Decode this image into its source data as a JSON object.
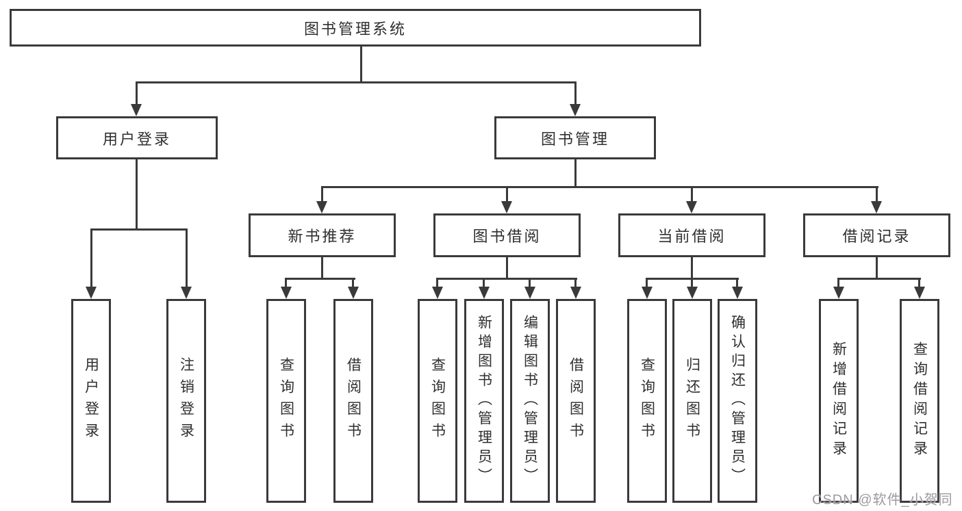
{
  "colors": {
    "line": "#3a3a3a",
    "text": "#2f2f2f",
    "watermark_gray": "#9b9b9b",
    "background": "#ffffff"
  },
  "watermark": "CSDN @软件_小贺同学",
  "diagram": {
    "root": {
      "label": "图书管理系统",
      "children": [
        {
          "label": "用户登录",
          "children": [
            {
              "label": "用户登录"
            },
            {
              "label": "注销登录"
            }
          ]
        },
        {
          "label": "图书管理",
          "children": [
            {
              "label": "新书推荐",
              "children": [
                {
                  "label": "查询图书"
                },
                {
                  "label": "借阅图书"
                }
              ]
            },
            {
              "label": "图书借阅",
              "children": [
                {
                  "label": "查询图书"
                },
                {
                  "label": "新增图书（管理员）"
                },
                {
                  "label": "编辑图书（管理员）"
                },
                {
                  "label": "借阅图书"
                }
              ]
            },
            {
              "label": "当前借阅",
              "children": [
                {
                  "label": "查询图书"
                },
                {
                  "label": "归还图书"
                },
                {
                  "label": "确认归还（管理员）"
                }
              ]
            },
            {
              "label": "借阅记录",
              "children": [
                {
                  "label": "新增借阅记录"
                },
                {
                  "label": "查询借阅记录"
                }
              ]
            }
          ]
        }
      ]
    }
  }
}
